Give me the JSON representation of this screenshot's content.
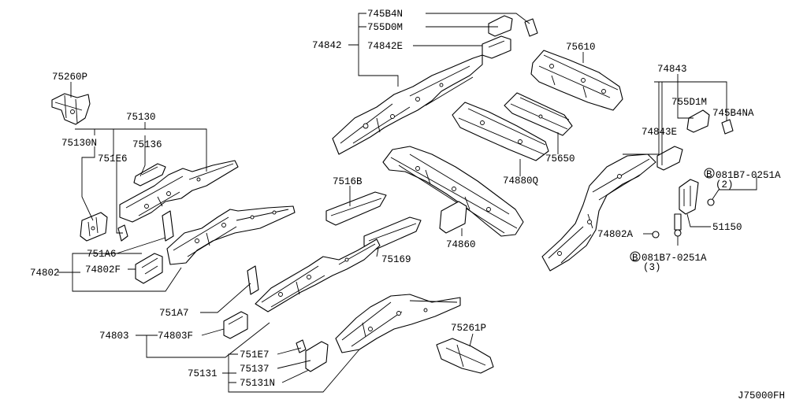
{
  "diagram_id": "J75000FH",
  "labels": {
    "p745B4N": "745B4N",
    "p755D0M": "755D0M",
    "p74842": "74842",
    "p74842E": "74842E",
    "p75610": "75610",
    "p75260P": "75260P",
    "p75130": "75130",
    "p75130N": "75130N",
    "p75136": "75136",
    "p751E6": "751E6",
    "p74843": "74843",
    "p755D1M": "755D1M",
    "p745B4NA": "745B4NA",
    "p74843E": "74843E",
    "p75650": "75650",
    "p74880Q": "74880Q",
    "p7516B": "7516B",
    "p081B7a": "081B7-0251A",
    "p081B7a_qty": "(2)",
    "p74860": "74860",
    "p74802A": "74802A",
    "p51150": "51150",
    "p751A6": "751A6",
    "p75169": "75169",
    "p081B7b": "081B7-0251A",
    "p081B7b_qty": "(3)",
    "p74802": "74802",
    "p74802F": "74802F",
    "p751A7": "751A7",
    "p74803": "74803",
    "p74803F": "74803F",
    "p75261P": "75261P",
    "p751E7": "751E7",
    "p75131": "75131",
    "p75137": "75137",
    "p75131N": "75131N",
    "bolt_symbol": "B"
  }
}
